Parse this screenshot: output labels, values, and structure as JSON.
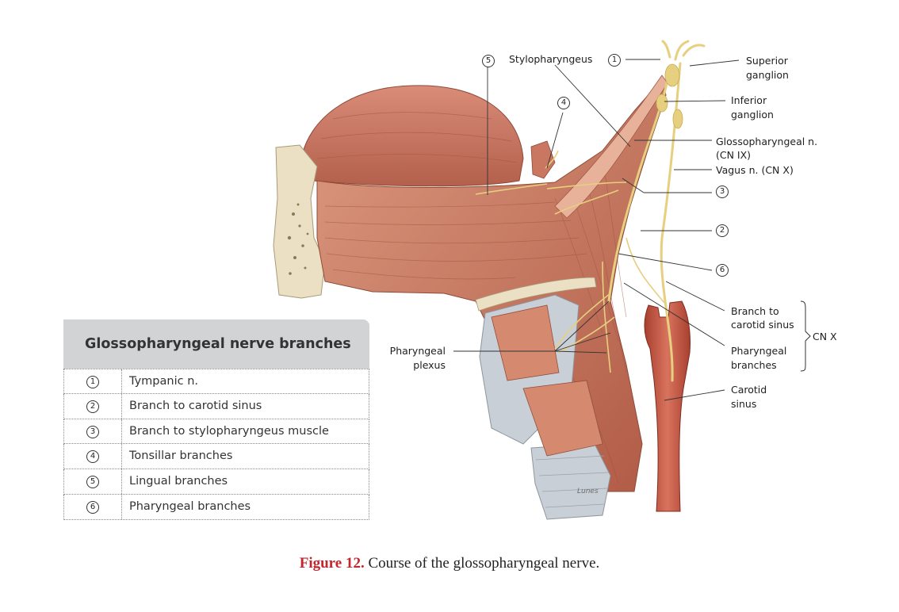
{
  "diagram": {
    "labels": {
      "stylopharyngeus": "Stylopharyngeus",
      "superior_ganglion": [
        "Superior",
        "ganglion"
      ],
      "inferior_ganglion": [
        "Inferior",
        "ganglion"
      ],
      "glossopharyngeal_n": [
        "Glossopharyngeal n.",
        "(CN IX)"
      ],
      "vagus_n": "Vagus n. (CN X)",
      "branch_carotid_sinus": [
        "Branch to",
        "carotid sinus"
      ],
      "pharyngeal_branches": [
        "Pharyngeal",
        "branches"
      ],
      "carotid_sinus": [
        "Carotid",
        "sinus"
      ],
      "cn_x": "CN X",
      "pharyngeal_plexus": [
        "Pharyngeal",
        "plexus"
      ],
      "signature": "Lunes"
    },
    "markers": {
      "m5": "5",
      "m1": "1",
      "m4": "4",
      "m3": "3",
      "m2": "2",
      "m6": "6"
    },
    "colors": {
      "muscle": "#c8735a",
      "muscle_light": "#e0a185",
      "nerve": "#e8d48a",
      "artery": "#c8523f",
      "bone": "#ece0c4",
      "cartilage": "#c9cfd6"
    }
  },
  "legend": {
    "title": "Glossopharyngeal  nerve branches",
    "rows": [
      {
        "num": "1",
        "text": "Tympanic n."
      },
      {
        "num": "2",
        "text": "Branch to carotid sinus"
      },
      {
        "num": "3",
        "text": "Branch to stylopharyngeus muscle"
      },
      {
        "num": "4",
        "text": "Tonsillar branches"
      },
      {
        "num": "5",
        "text": "Lingual branches"
      },
      {
        "num": "6",
        "text": "Pharyngeal branches"
      }
    ]
  },
  "caption": {
    "label": "Figure 12.",
    "text": " Course of the glossopharyngeal nerve."
  }
}
